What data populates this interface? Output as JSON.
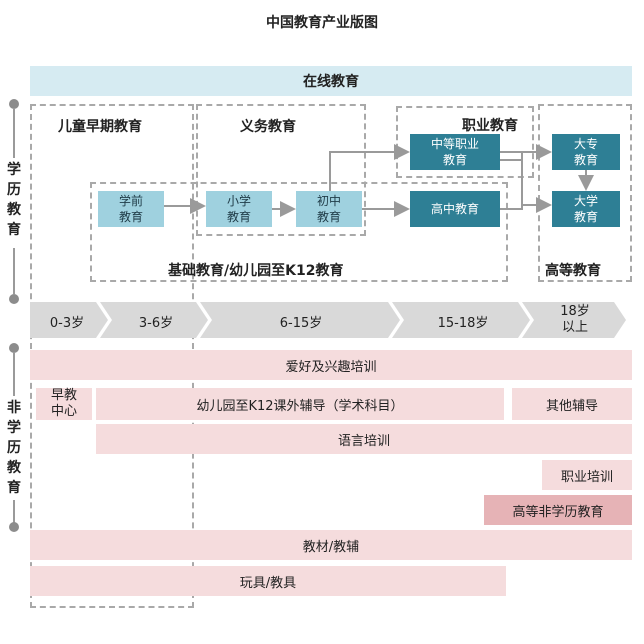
{
  "title": "中国教育产业版图",
  "online": "在线教育",
  "side": {
    "academic": "学历教育",
    "non_academic": "非学历教育"
  },
  "regions": {
    "early": "儿童早期教育",
    "compulsory": "义务教育",
    "vocational": "职业教育",
    "basic": "基础教育/幼儿园至K12教育",
    "higher": "高等教育"
  },
  "boxes": {
    "preschool": "学前\n教育",
    "primary": "小学\n教育",
    "junior": "初中\n教育",
    "senior": "高中教育",
    "secondary_vocational": "中等职业\n教育",
    "college": "大专\n教育",
    "university": "大学\n教育"
  },
  "ages": [
    "0-3岁",
    "3-6岁",
    "6-15岁",
    "15-18岁",
    "18岁\n以上"
  ],
  "non_academic": {
    "interest": "爱好及兴趣培训",
    "early_center": "早教\n中心",
    "k12_tutoring": "幼儿园至K12课外辅导（学术科目）",
    "other_tutoring": "其他辅导",
    "language": "语言培训",
    "vocational_training": "职业培训",
    "higher_non_degree": "高等非学历教育",
    "materials": "教材/教辅",
    "toys": "玩具/教具"
  },
  "colors": {
    "online_bg": "#d6ebf2",
    "light_box": "#9fd1df",
    "dark_box": "#2e7f95",
    "age_bar": "#d9d9d9",
    "pink": "#f5dcdd",
    "pink_dark": "#e6b3b6",
    "arrow": "#9a9a9a"
  }
}
